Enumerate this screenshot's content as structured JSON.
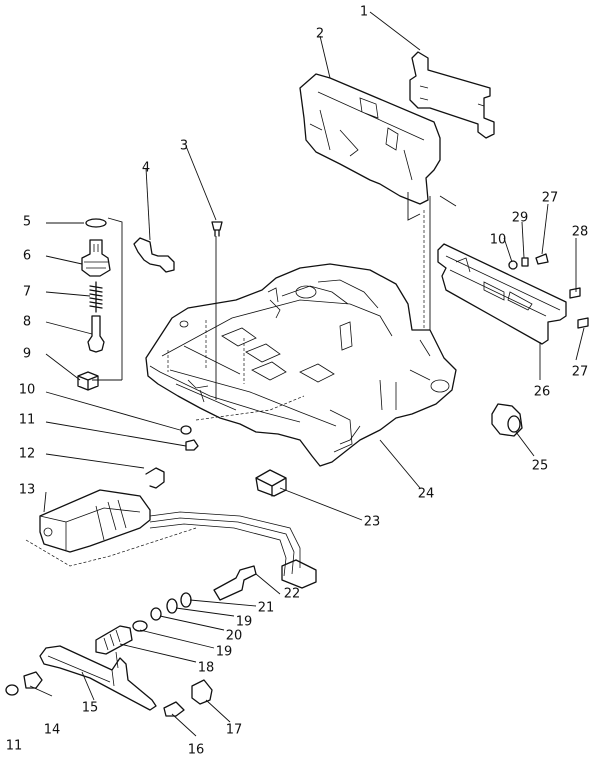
{
  "diagram": {
    "callouts": [
      {
        "id": "1",
        "label": "1"
      },
      {
        "id": "2",
        "label": "2"
      },
      {
        "id": "3",
        "label": "3"
      },
      {
        "id": "4",
        "label": "4"
      },
      {
        "id": "5",
        "label": "5"
      },
      {
        "id": "6",
        "label": "6"
      },
      {
        "id": "7",
        "label": "7"
      },
      {
        "id": "8",
        "label": "8"
      },
      {
        "id": "9",
        "label": "9"
      },
      {
        "id": "10a",
        "label": "10"
      },
      {
        "id": "10b",
        "label": "10"
      },
      {
        "id": "11a",
        "label": "11"
      },
      {
        "id": "11b",
        "label": "11"
      },
      {
        "id": "12",
        "label": "12"
      },
      {
        "id": "13",
        "label": "13"
      },
      {
        "id": "14",
        "label": "14"
      },
      {
        "id": "15",
        "label": "15"
      },
      {
        "id": "16",
        "label": "16"
      },
      {
        "id": "17",
        "label": "17"
      },
      {
        "id": "18",
        "label": "18"
      },
      {
        "id": "19a",
        "label": "19"
      },
      {
        "id": "19b",
        "label": "19"
      },
      {
        "id": "20",
        "label": "20"
      },
      {
        "id": "21",
        "label": "21"
      },
      {
        "id": "22",
        "label": "22"
      },
      {
        "id": "23",
        "label": "23"
      },
      {
        "id": "24",
        "label": "24"
      },
      {
        "id": "25",
        "label": "25"
      },
      {
        "id": "26",
        "label": "26"
      },
      {
        "id": "27a",
        "label": "27"
      },
      {
        "id": "27b",
        "label": "27"
      },
      {
        "id": "28",
        "label": "28"
      },
      {
        "id": "29",
        "label": "29"
      }
    ]
  }
}
